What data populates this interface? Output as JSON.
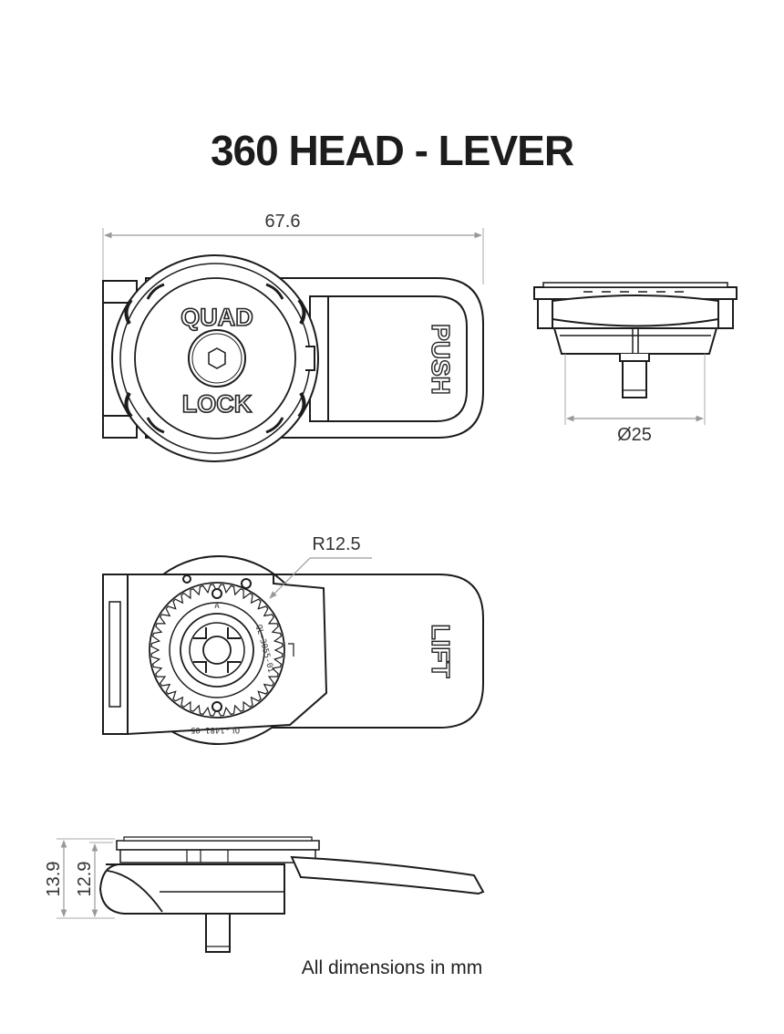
{
  "title": "360 HEAD - LEVER",
  "footer": "All dimensions in mm",
  "dimensions": {
    "width": "67.6",
    "diameter": "Ø25",
    "radius": "R12.5",
    "height_total": "13.9",
    "height_body": "12.9"
  },
  "markings": {
    "brand_top": "QUAD",
    "brand_bottom": "LOCK",
    "push": "PUSH",
    "lift": "LIFT",
    "part_no_1": "QL-3055-01",
    "part_no_2": "QL-1481-05",
    "letter_a": "A"
  }
}
